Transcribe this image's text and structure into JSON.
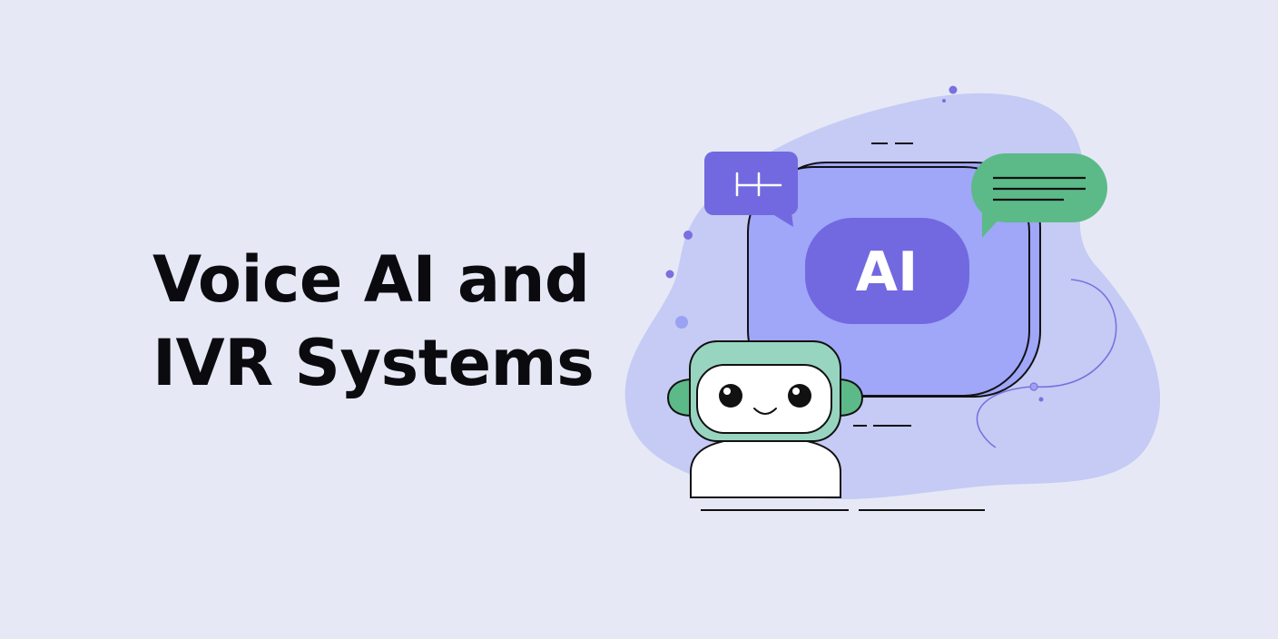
{
  "headline": {
    "line1": "Voice AI and",
    "line2": "IVR Systems"
  },
  "illustration": {
    "badge_label": "AI",
    "icons": [
      "left-chat-bubble-icon",
      "right-chat-bubble-icon",
      "robot-icon",
      "ai-badge-icon"
    ],
    "colors": {
      "background": "#e6e9f5",
      "blob": "#c5cbf4",
      "main_bubble": "#a0a6f8",
      "badge": "#7269e0",
      "left_bubble": "#7269e0",
      "right_bubble": "#5cba88",
      "robot_head": "#98d5c0",
      "robot_ears": "#5cba88",
      "outline": "#111111"
    }
  }
}
